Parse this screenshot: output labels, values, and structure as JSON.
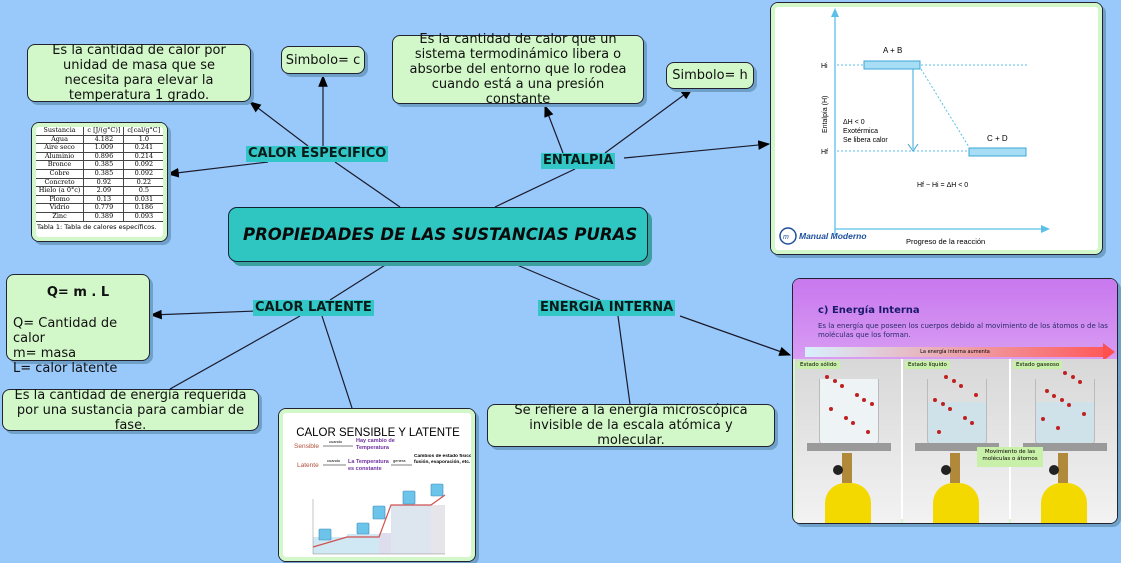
{
  "central": {
    "title": "PROPIEDADES DE LAS SUSTANCIAS PURAS"
  },
  "links": {
    "calor_especifico": "CALOR ESPECIFICO",
    "entalpia": "ENTALPIA",
    "calor_latente": "CALOR LATENTE",
    "energia_interna": "ENERGIA INTERNA"
  },
  "calor_especifico": {
    "definition": "Es la cantidad de calor por unidad de masa que se necesita para elevar la temperatura 1 grado.",
    "symbol": "Simbolo= c",
    "table": {
      "headers": [
        "Sustancia",
        "c [J/(g°C)]",
        "c[cal/g°C]"
      ],
      "rows": [
        [
          "Agua",
          "4.182",
          "1.0"
        ],
        [
          "Aire seco",
          "1.009",
          "0.241"
        ],
        [
          "Aluminio",
          "0.896",
          "0.214"
        ],
        [
          "Bronce",
          "0.385",
          "0.092"
        ],
        [
          "Cobre",
          "0.385",
          "0.092"
        ],
        [
          "Concreto",
          "0.92",
          "0.22"
        ],
        [
          "Hielo (a 0°c)",
          "2.09",
          "0.5"
        ],
        [
          "Plomo",
          "0.13",
          "0.031"
        ],
        [
          "Vidrio",
          "0.779",
          "0.186"
        ],
        [
          "Zinc",
          "0.389",
          "0.093"
        ]
      ],
      "caption": "Tabla 1: Tabla de calores específicos."
    }
  },
  "entalpia": {
    "definition": "Es la cantidad de calor que un sistema termodinámico libera o absorbe del entorno que lo rodea cuando está a una presión constante",
    "symbol": "Simbolo= h",
    "diagram": {
      "reactants": "A + B",
      "products": "C + D",
      "hi": "Hi",
      "hf": "Hf",
      "y_axis": "Entalpía (H)",
      "x_axis": "Progreso de la reacción",
      "note1": "ΔH < 0",
      "note2": "Exotérmica",
      "note3": "Se libera calor",
      "equation": "Hf − Hi = ΔH < 0",
      "publisher": "Manual Moderno",
      "accent": "#5bc0e8"
    }
  },
  "calor_latente": {
    "formula": "Q= m . L",
    "legend1": "Q= Cantidad de calor",
    "legend2": "m= masa",
    "legend3": "L= calor latente",
    "definition": "Es la cantidad de energía requerida por una sustancia para cambiar de fase.",
    "image": {
      "title": "CALOR SENSIBLE Y LATENTE",
      "sensible": "Sensible",
      "latente": "Latente",
      "cuando": "cuando",
      "sensible_result": "Hay cambio de Temperatura",
      "latente_result": "La Temperatura es constante",
      "genera": "genera",
      "cambios": "Cambios de estado físico: fusión, evaporación, etc."
    }
  },
  "energia_interna": {
    "definition": "Se refiere a la energía microscópica invisible de la escala atómica y molecular.",
    "image": {
      "title": "c) Energía Interna",
      "text": "Es la energía que poseen los cuerpos debido al movimiento de los átomos o de las moléculas que los forman.",
      "arrow": "La energía interna aumenta",
      "states": [
        "Estado sólido",
        "Estado líquido",
        "Estado gaseoso"
      ],
      "callout": "Movimiento de las moléculas o átomos"
    }
  },
  "colors": {
    "background": "#99c9fb",
    "node": "#d2f7c9",
    "central": "#2fc6c2",
    "label": "#33c6c6"
  }
}
